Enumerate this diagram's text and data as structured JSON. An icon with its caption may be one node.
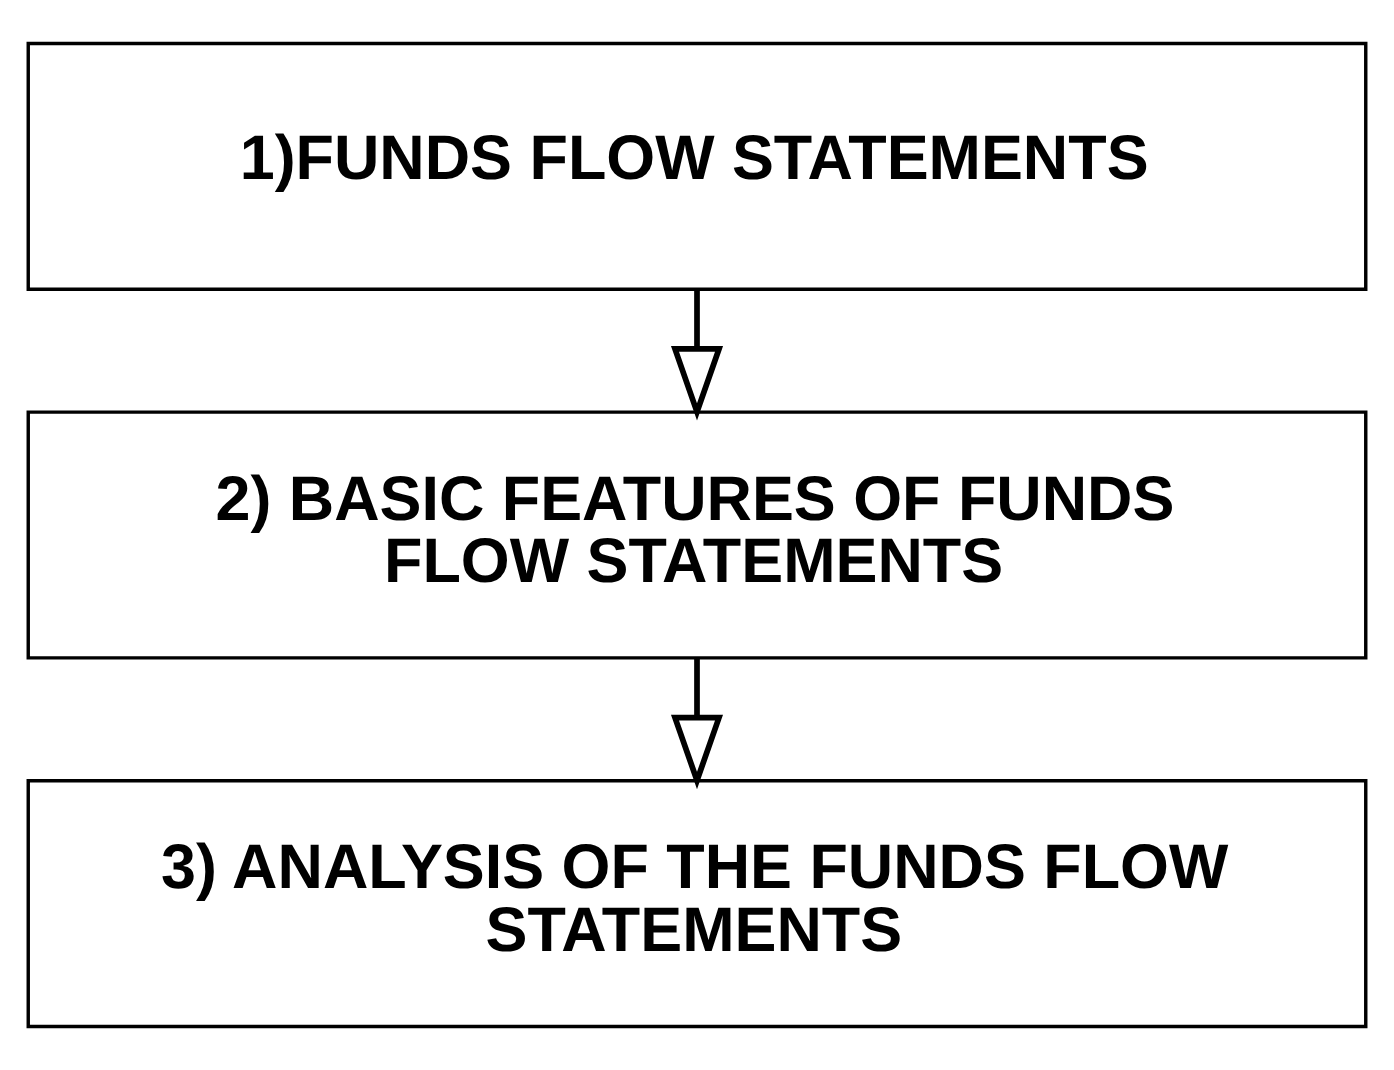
{
  "diagram": {
    "nodes": [
      {
        "text": [
          "1)FUNDS FLOW STATEMENTS"
        ]
      },
      {
        "text": [
          "2) BASIC FEATURES OF FUNDS FLOW STATEMENTS"
        ]
      },
      {
        "text": [
          "3) ANALYSIS OF THE FUNDS FLOW STATEMENTS"
        ]
      }
    ],
    "edges": [
      {
        "from": 0,
        "to": 1,
        "arrow": "to"
      },
      {
        "from": 1,
        "to": 2,
        "arrow": "to"
      }
    ]
  }
}
